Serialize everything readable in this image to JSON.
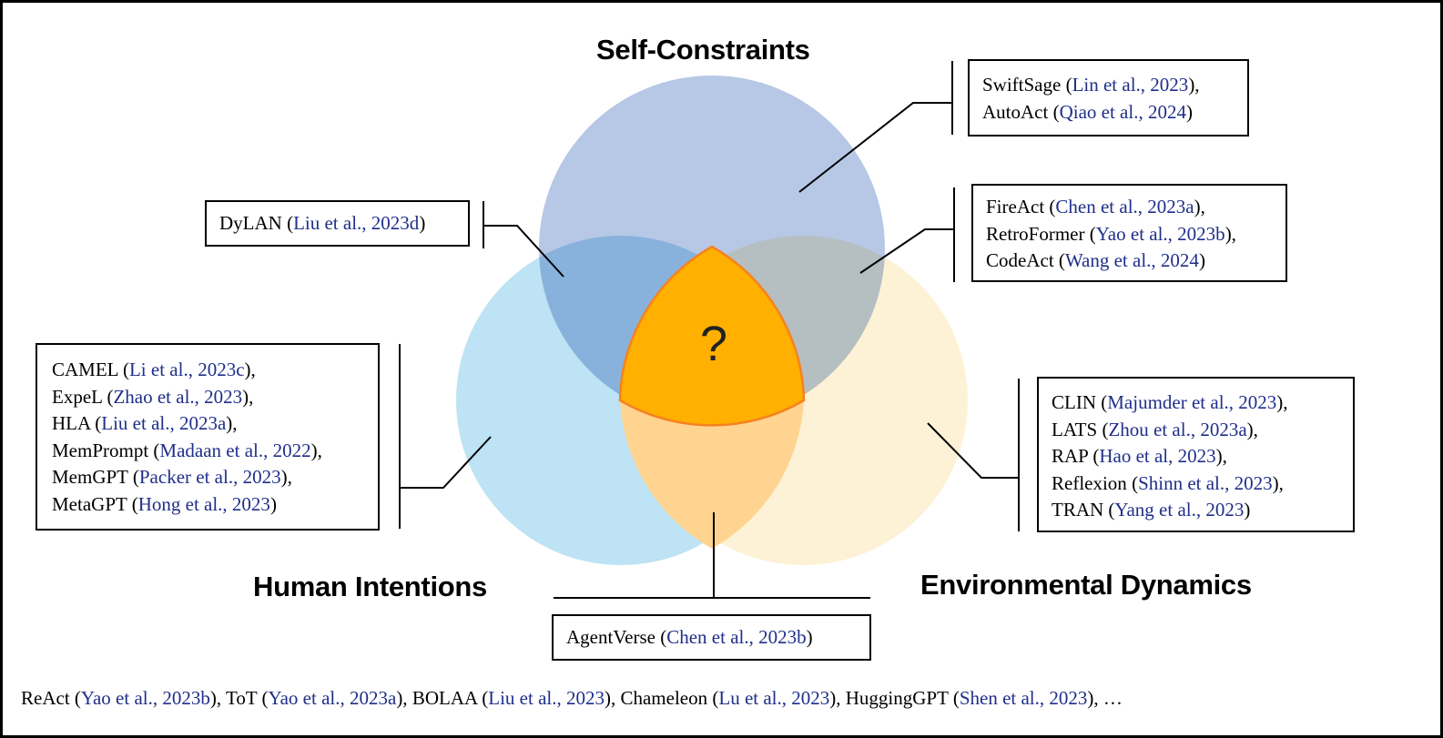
{
  "headings": {
    "self": "Self-Constraints",
    "human": "Human Intentions",
    "env": "Environmental Dynamics"
  },
  "center_mark": "?",
  "colors": {
    "self_circle": "#b7c8e6",
    "human_circle": "#bde3f4",
    "env_circle": "#fdf2d6",
    "center": "#ffb000",
    "center_stroke": "#f58220",
    "citation": "#1f2f8a"
  },
  "boxes": {
    "swiftsage": [
      {
        "name": "SwiftSage",
        "cite": "Lin et al., 2023",
        "sep": ","
      },
      {
        "name": "AutoAct",
        "cite": "Qiao et al., 2024",
        "sep": ""
      }
    ],
    "dylan": [
      {
        "name": "DyLAN",
        "cite": "Liu et al., 2023d",
        "sep": ""
      }
    ],
    "fireact": [
      {
        "name": "FireAct",
        "cite": "Chen et al., 2023a",
        "sep": ","
      },
      {
        "name": "RetroFormer",
        "cite": "Yao et al., 2023b",
        "sep": ","
      },
      {
        "name": "CodeAct",
        "cite": "Wang et al., 2024",
        "sep": ""
      }
    ],
    "camel": [
      {
        "name": "CAMEL",
        "cite": "Li et al., 2023c",
        "sep": ","
      },
      {
        "name": "ExpeL",
        "cite": "Zhao et al., 2023",
        "sep": ","
      },
      {
        "name": "HLA",
        "cite": "Liu et al., 2023a",
        "sep": ","
      },
      {
        "name": "MemPrompt",
        "cite": "Madaan et al., 2022",
        "sep": ","
      },
      {
        "name": "MemGPT",
        "cite": "Packer et al., 2023",
        "sep": ","
      },
      {
        "name": "MetaGPT",
        "cite": "Hong et al., 2023",
        "sep": ""
      }
    ],
    "clin": [
      {
        "name": "CLIN",
        "cite": "Majumder et al., 2023",
        "sep": ","
      },
      {
        "name": "LATS",
        "cite": "Zhou et al., 2023a",
        "sep": ","
      },
      {
        "name": "RAP",
        "cite": "Hao et al, 2023",
        "sep": ","
      },
      {
        "name": "Reflexion",
        "cite": "Shinn et al., 2023",
        "sep": ","
      },
      {
        "name": "TRAN",
        "cite": "Yang et al., 2023",
        "sep": ""
      }
    ],
    "agentverse": [
      {
        "name": "AgentVerse",
        "cite": "Chen et al., 2023b",
        "sep": ""
      }
    ]
  },
  "footer": {
    "items": [
      {
        "name": "ReAct",
        "cite": "Yao et al., 2023b",
        "sep": ", "
      },
      {
        "name": "ToT",
        "cite": "Yao et al., 2023a",
        "sep": ", "
      },
      {
        "name": "BOLAA",
        "cite": "Liu et al., 2023",
        "sep": ", "
      },
      {
        "name": "Chameleon",
        "cite": "Lu et al., 2023",
        "sep": ", "
      },
      {
        "name": "HuggingGPT",
        "cite": "Shen et al., 2023",
        "sep": ", "
      }
    ],
    "ellipsis": "…"
  }
}
